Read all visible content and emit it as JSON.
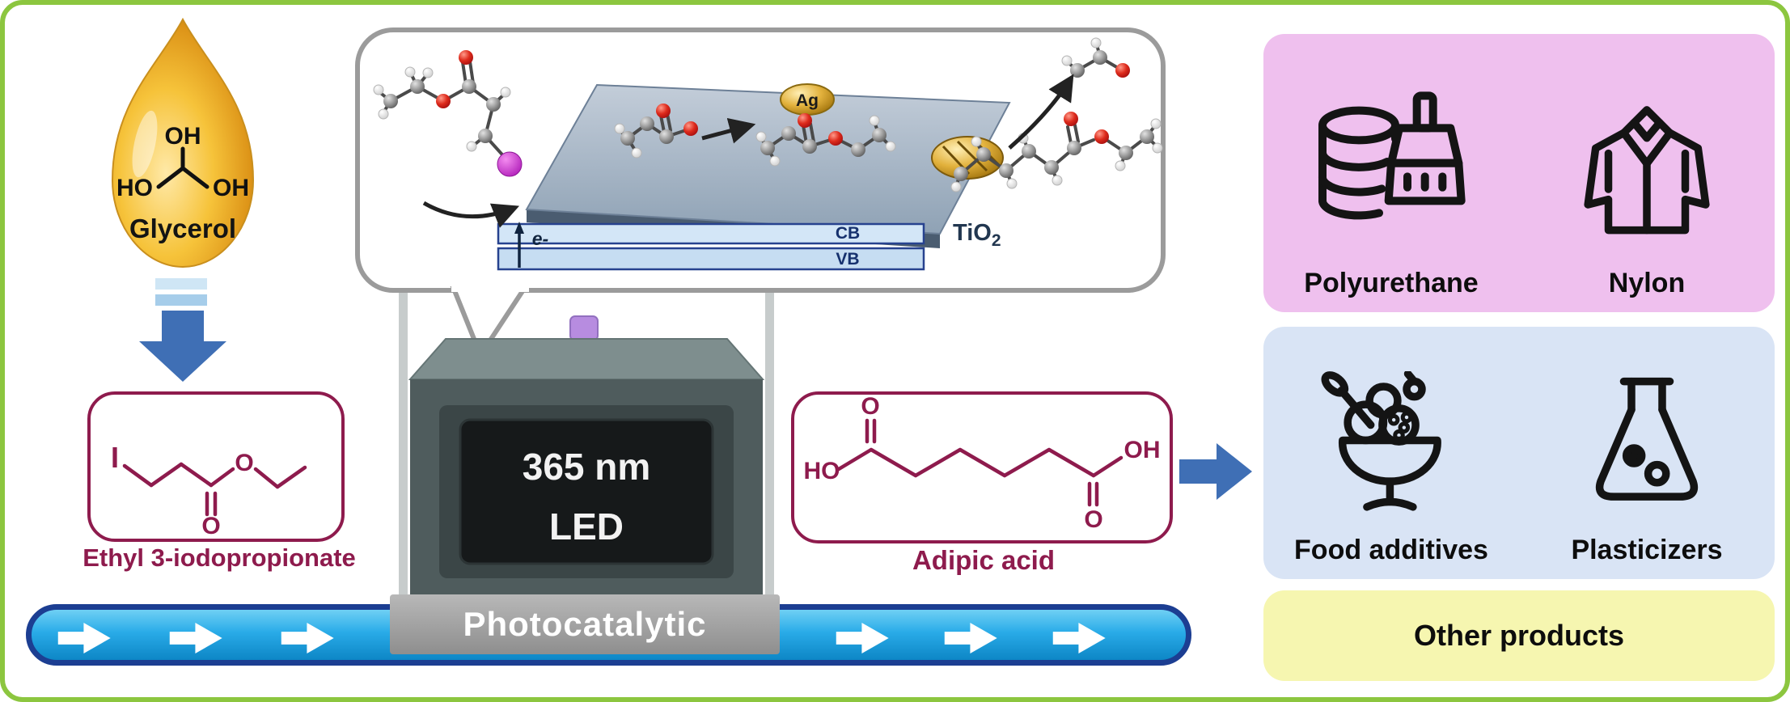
{
  "colors": {
    "frame_green": "#8CC63F",
    "maroon": "#8E1B4D",
    "belt_blue": "#1FA9E8",
    "arrow_blue": "#3F6FB5",
    "panel_pink": "#EFC0EE",
    "panel_blue": "#D9E4F5",
    "panel_yellow": "#F6F6B0"
  },
  "glycerol": {
    "oh_top": "OH",
    "ho_left": "HO",
    "oh_right": "OH",
    "label": "Glycerol"
  },
  "reactant": {
    "iodine": "I",
    "ester_o": "O",
    "carbonyl_o": "O",
    "label": "Ethyl 3-iodopropionate"
  },
  "mechanism": {
    "electron": "e-",
    "cb": "CB",
    "vb": "VB",
    "ag": "Ag",
    "catalyst_base": "TiO",
    "catalyst_sub": "2"
  },
  "reactor": {
    "display_line1": "365 nm",
    "display_line2": "LED",
    "platform_label": "Photocatalytic"
  },
  "product": {
    "ho": "HO",
    "o_top": "O",
    "o_bottom": "O",
    "oh": "OH",
    "label": "Adipic acid"
  },
  "applications": {
    "materials": [
      {
        "label": "Polyurethane",
        "icon": "foam-and-brush-icon"
      },
      {
        "label": "Nylon",
        "icon": "jacket-icon"
      }
    ],
    "uses": [
      {
        "label": "Food additives",
        "icon": "ice-cream-sundae-icon"
      },
      {
        "label": "Plasticizers",
        "icon": "flask-icon"
      }
    ],
    "other_label": "Other products"
  }
}
